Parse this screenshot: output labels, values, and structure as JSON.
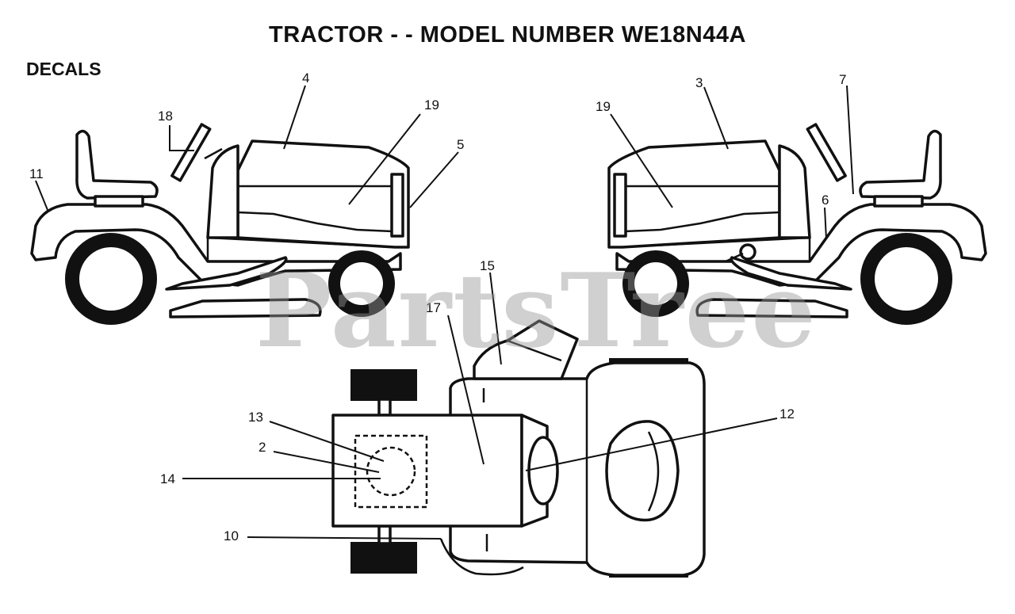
{
  "header": {
    "title": "TRACTOR - - MODEL NUMBER WE18N44A",
    "section": "DECALS"
  },
  "watermark": "PartsTree",
  "callouts": [
    {
      "id": "11",
      "label": "11"
    },
    {
      "id": "18",
      "label": "18"
    },
    {
      "id": "4",
      "label": "4"
    },
    {
      "id": "19a",
      "label": "19"
    },
    {
      "id": "5",
      "label": "5"
    },
    {
      "id": "19b",
      "label": "19"
    },
    {
      "id": "3",
      "label": "3"
    },
    {
      "id": "7",
      "label": "7"
    },
    {
      "id": "6",
      "label": "6"
    },
    {
      "id": "15",
      "label": "15"
    },
    {
      "id": "17",
      "label": "17"
    },
    {
      "id": "12",
      "label": "12"
    },
    {
      "id": "13",
      "label": "13"
    },
    {
      "id": "2",
      "label": "2"
    },
    {
      "id": "14",
      "label": "14"
    },
    {
      "id": "10",
      "label": "10"
    }
  ]
}
